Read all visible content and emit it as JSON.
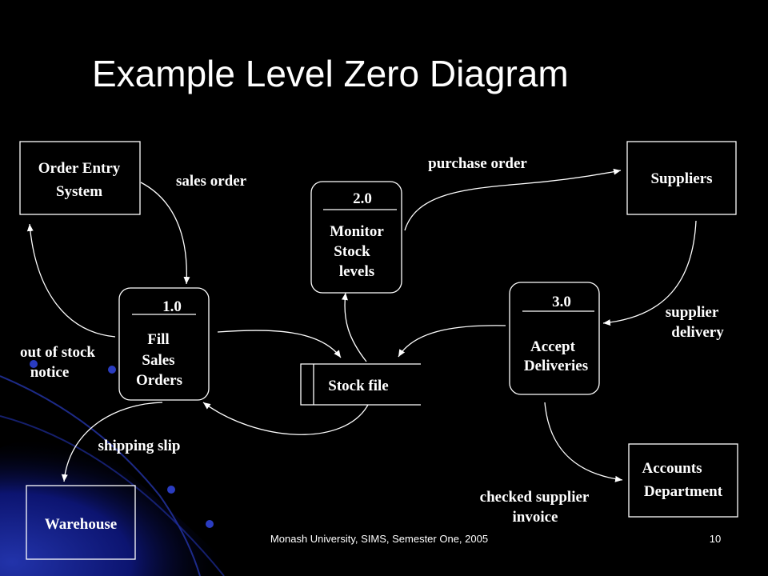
{
  "slide": {
    "title": "Example Level Zero Diagram",
    "footer": "Monash University, SIMS, Semester One, 2005",
    "page_number": "10"
  },
  "entities": {
    "order_entry": [
      "Order Entry",
      "System"
    ],
    "suppliers": [
      "Suppliers"
    ],
    "warehouse": [
      "Warehouse"
    ],
    "accounts": [
      "Accounts",
      "Department"
    ]
  },
  "processes": {
    "p1": {
      "number": "1.0",
      "lines": [
        "Fill",
        "Sales",
        "Orders"
      ]
    },
    "p2": {
      "number": "2.0",
      "lines": [
        "Monitor",
        "Stock",
        "levels"
      ]
    },
    "p3": {
      "number": "3.0",
      "lines": [
        "Accept",
        "Deliveries"
      ]
    }
  },
  "data_store": {
    "label": "Stock file"
  },
  "flows": {
    "sales_order": [
      "sales order"
    ],
    "purchase_order": [
      "purchase order"
    ],
    "supplier_delivery": [
      "supplier",
      "delivery"
    ],
    "out_of_stock": [
      "out of stock",
      "notice"
    ],
    "shipping_slip": [
      "shipping slip"
    ],
    "checked_invoice": [
      "checked supplier",
      "invoice"
    ]
  },
  "colors": {
    "background": "#000000",
    "foreground": "#ffffff",
    "accent_blue": "#1a2a9c"
  }
}
